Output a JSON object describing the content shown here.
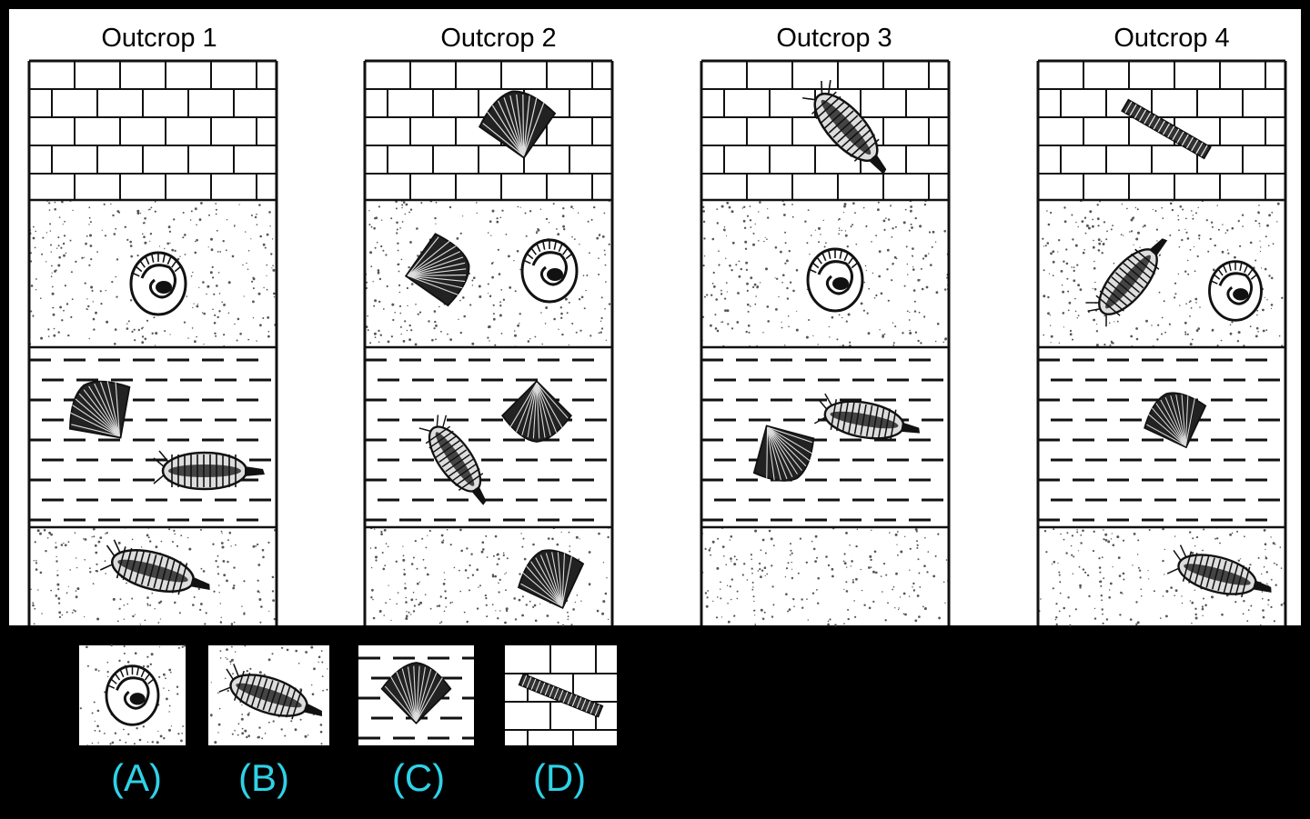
{
  "outcrops": [
    {
      "title": "Outcrop 1",
      "fossils": [
        "A",
        "C",
        "B",
        "B"
      ]
    },
    {
      "title": "Outcrop 2",
      "fossils": [
        "C",
        "C",
        "A",
        "C",
        "B",
        "C"
      ]
    },
    {
      "title": "Outcrop 3",
      "fossils": [
        "B",
        "A",
        "B",
        "C"
      ]
    },
    {
      "title": "Outcrop 4",
      "fossils": [
        "D",
        "B",
        "A",
        "C",
        "B"
      ]
    }
  ],
  "options": [
    {
      "label": "(A)",
      "fossil": "ammonite-icon"
    },
    {
      "label": "(B)",
      "fossil": "trilobite-icon"
    },
    {
      "label": "(C)",
      "fossil": "brachiopod-icon"
    },
    {
      "label": "(D)",
      "fossil": "crinoid-stem-icon"
    }
  ],
  "colors": {
    "background": "#000000",
    "panel": "#ffffff",
    "label": "#2fd2e6",
    "ink": "#111111"
  }
}
